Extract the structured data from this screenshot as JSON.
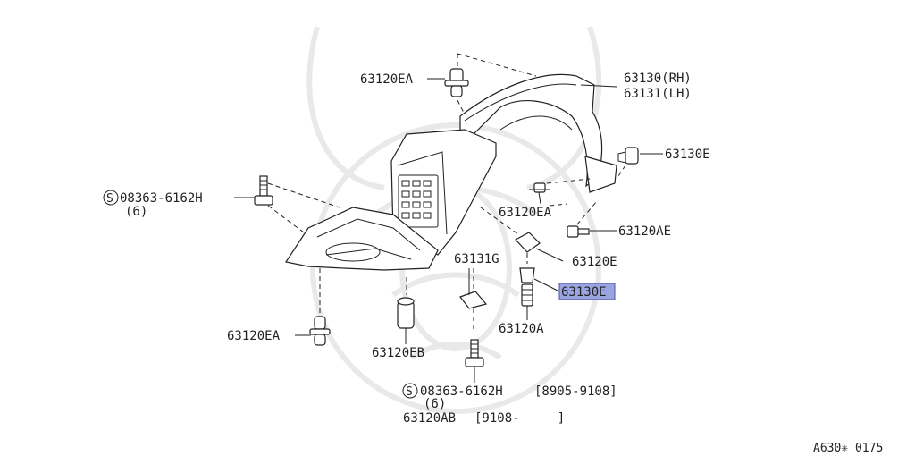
{
  "diagram": {
    "labels": {
      "p63120ea_top": "63120EA",
      "p63130_rh": "63130(RH)",
      "p63131_lh": "63131(LH)",
      "p63130e_right": "63130E",
      "p08363_left": "08363-6162H",
      "p08363_left_qty": "(6)",
      "p63120ea_mid": "63120EA",
      "p63120ae": "63120AE",
      "p63131g": "63131G",
      "p63120e": "63120E",
      "p63130e_selected": "63130E",
      "p63120a": "63120A",
      "p63120ea_bottom": "63120EA",
      "p63120eb": "63120EB",
      "p08363_bottom": "08363-6162H",
      "p08363_bottom_date": "[8905-9108]",
      "p08363_bottom_qty": "(6)",
      "p63120ab": "63120AB",
      "p63120ab_date": "[9108-     ]",
      "diagram_code": "A630✳ 0175"
    },
    "symbols": {
      "standard_part_left": "S",
      "standard_part_bottom": "S"
    },
    "colors": {
      "highlight_fill": "#9aa4e0",
      "highlight_stroke": "#4a56b0",
      "line": "#222222"
    }
  }
}
